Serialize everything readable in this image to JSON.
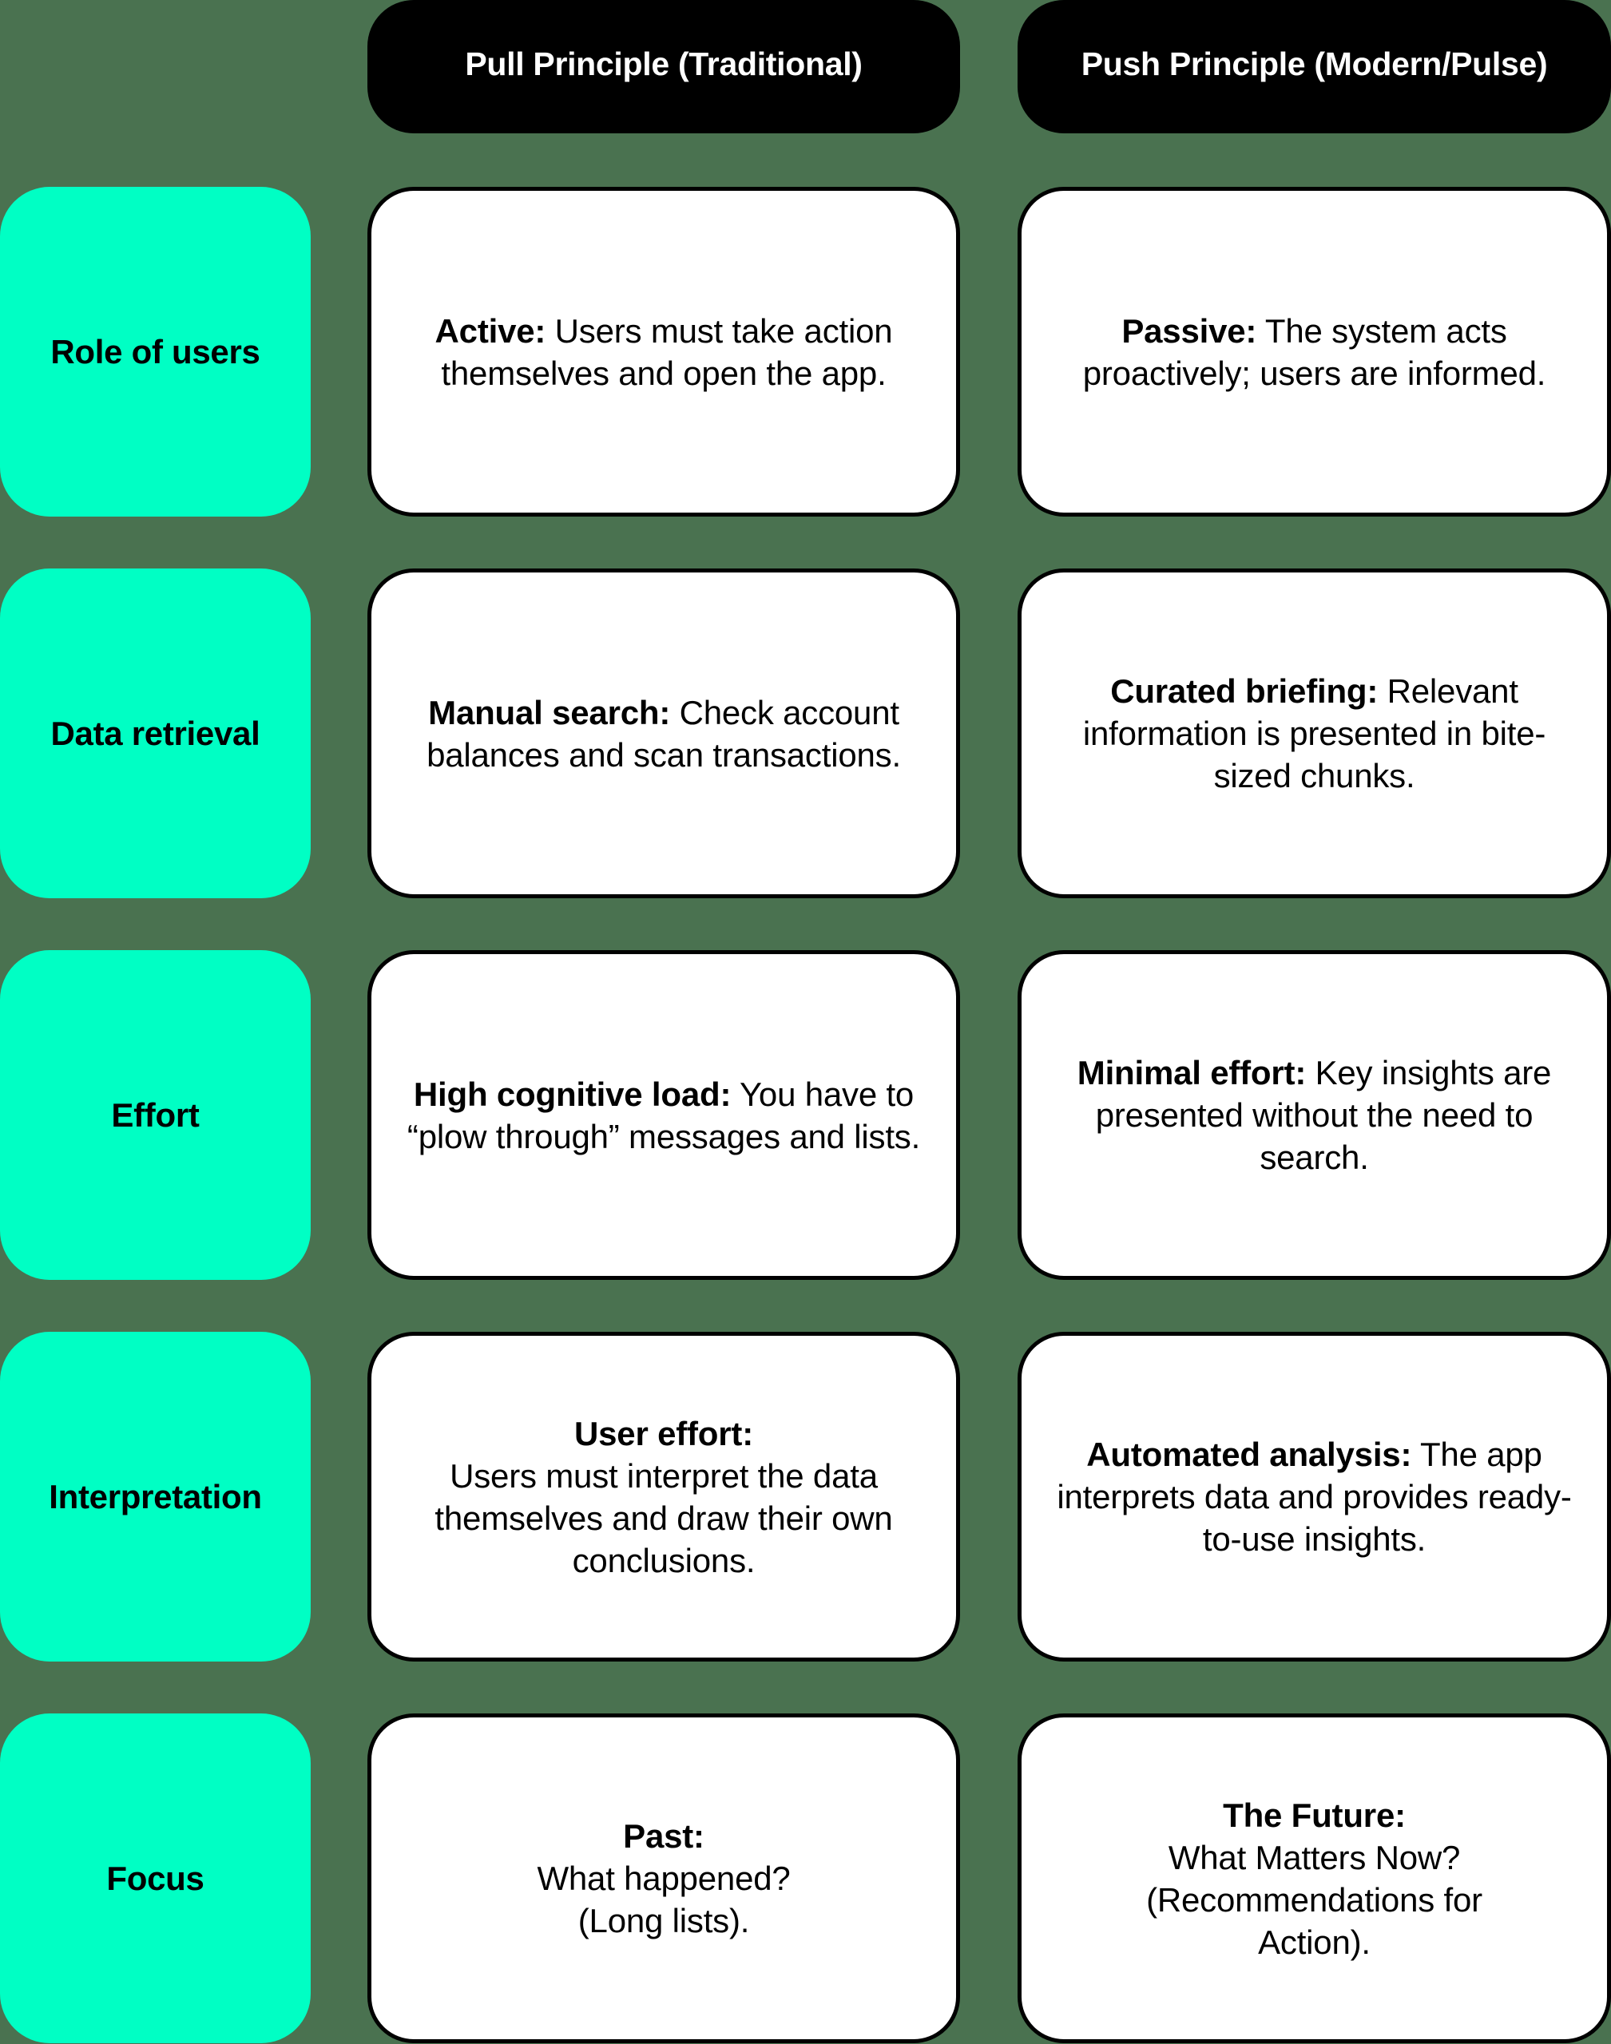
{
  "colors": {
    "background": "#4a7250",
    "label_fill": "#00ffc4",
    "header_fill": "#000000",
    "header_text": "#ffffff",
    "cell_fill": "#ffffff",
    "cell_border": "#000000"
  },
  "headers": {
    "pull": "Pull Principle (Traditional)",
    "push": "Push Principle (Modern/Pulse)"
  },
  "rows": [
    {
      "label": "Role of users",
      "pull": {
        "bold": "Active:",
        "text": " Users must take action themselves and open the app."
      },
      "push": {
        "bold": "Passive:",
        "text": " The system acts proactively; users are informed."
      }
    },
    {
      "label": "Data retrieval",
      "pull": {
        "bold": "Manual search:",
        "text": " Check account balances and scan transactions."
      },
      "push": {
        "bold": "Curated briefing:",
        "text": " Relevant information is presented in bite-sized chunks."
      }
    },
    {
      "label": "Effort",
      "pull": {
        "bold": "High cognitive load:",
        "text": " You have to “plow through” messages and lists."
      },
      "push": {
        "bold": "Minimal effort:",
        "text": " Key insights are presented without the need to search."
      }
    },
    {
      "label": "Interpretation",
      "pull": {
        "bold": "User effort:",
        "text": "Users must interpret the data themselves and draw their own conclusions."
      },
      "push": {
        "bold": "Automated analysis:",
        "text": " The app interprets data and provides ready-to-use insights."
      }
    },
    {
      "label": "Focus",
      "pull": {
        "bold": "Past:",
        "text": "What happened? (Long lists)."
      },
      "push": {
        "bold": "The Future:",
        "text": "What Matters Now? (Recommendations for Action)."
      }
    }
  ]
}
